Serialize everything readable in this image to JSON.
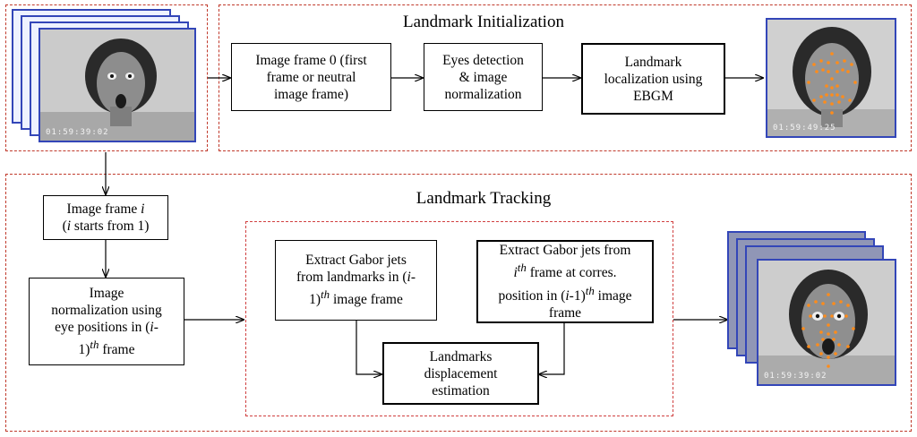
{
  "init_section": {
    "title": "Landmark Initialization"
  },
  "tracking_section": {
    "title": "Landmark Tracking"
  },
  "boxes": {
    "frame0": [
      "Image frame 0 (first",
      "frame or neutral",
      "image frame)"
    ],
    "eyes": [
      "Eyes detection",
      "& image",
      "normalization"
    ],
    "ebgm": [
      "Landmark",
      "localization using",
      "EBGM"
    ],
    "frame_i": [
      "Image frame",
      "i",
      "starts from 1)"
    ],
    "norm": [
      "Image",
      "normalization using",
      "eye positions in (",
      "i",
      "-",
      "1)",
      "th",
      " frame"
    ],
    "gabor_prev": [
      "Extract Gabor jets",
      "from landmarks in (",
      "i",
      "-",
      "1)",
      "th",
      " image frame"
    ],
    "gabor_cur": [
      "i",
      "th",
      " frame at corres.",
      "position in (",
      "i",
      "-1)",
      "th",
      " image",
      "frame",
      "Extract Gabor jets from"
    ],
    "displacement": [
      "Landmarks",
      "displacement",
      "estimation"
    ]
  },
  "timestamps": {
    "input": "01:59:39:02",
    "init_output": "01:59:49:25",
    "track_output": "01:59:39:02"
  },
  "colors": {
    "dash_border": "#c0392b",
    "photo_border": "#3346b8",
    "landmark_dot": "#ff8c1a"
  }
}
